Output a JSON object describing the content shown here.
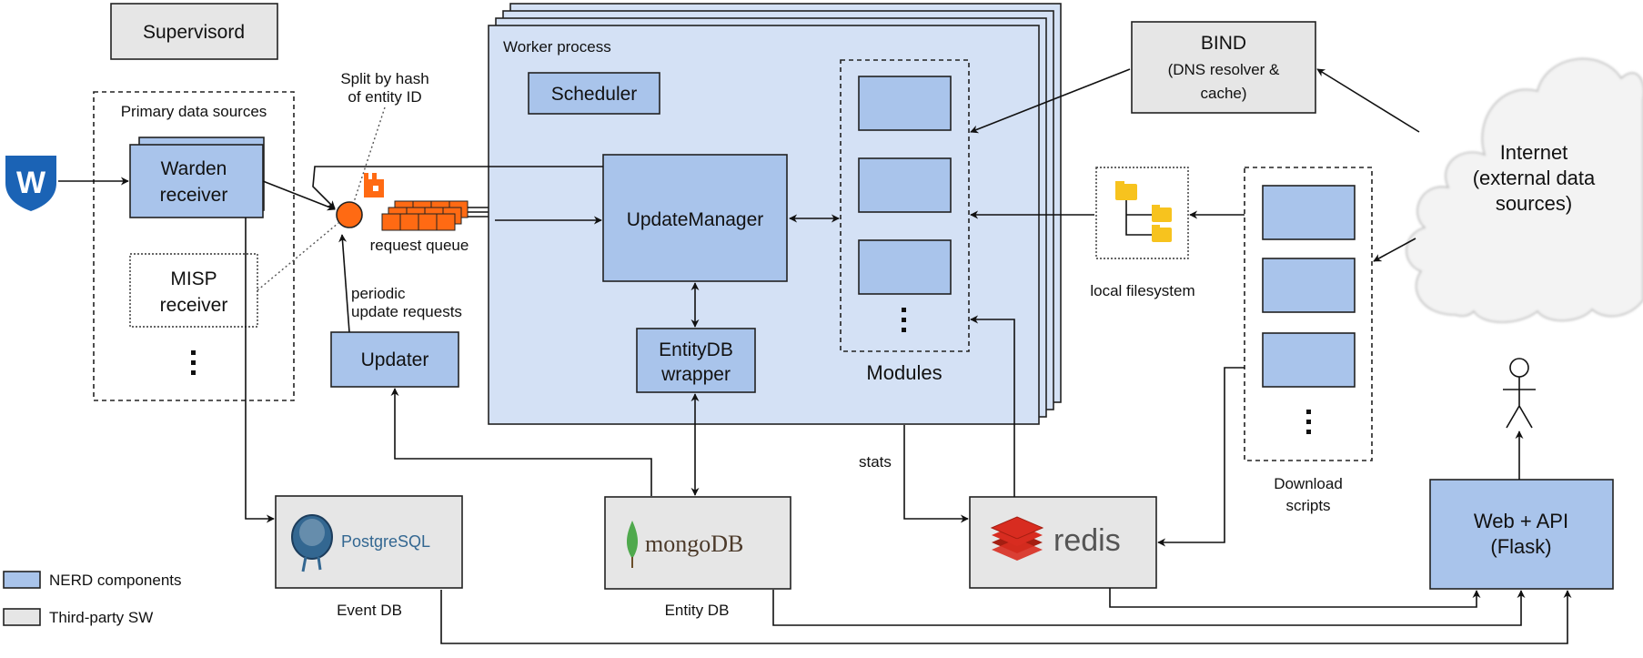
{
  "labels": {
    "supervisord": "Supervisord",
    "primary_sources": "Primary data sources",
    "warden_receiver": [
      "Warden",
      "receiver"
    ],
    "misp_receiver": [
      "MISP",
      "receiver"
    ],
    "split_by_hash": [
      "Split by hash",
      "of entity ID"
    ],
    "request_queue": "request queue",
    "periodic_requests": [
      "periodic",
      "update requests"
    ],
    "updater": "Updater",
    "worker_process": "Worker process",
    "scheduler": "Scheduler",
    "update_manager": "UpdateManager",
    "entitydb_wrapper": [
      "EntityDB",
      "wrapper"
    ],
    "modules": "Modules",
    "bind": [
      "BIND",
      "(DNS resolver &",
      "cache)"
    ],
    "internet": [
      "Internet",
      "(external data",
      "sources)"
    ],
    "local_filesystem": "local filesystem",
    "download_scripts": [
      "Download",
      "scripts"
    ],
    "stats": "stats",
    "event_db": "Event DB",
    "entity_db": "Entity DB",
    "web_api": [
      "Web + API",
      "(Flask)"
    ],
    "postgres_logo_text": "PostgreSQL",
    "mongo_logo_text": "mongoDB",
    "redis_logo_text": "redis",
    "warden_logo_text": "W"
  },
  "legend": [
    {
      "label": "NERD components",
      "color": "#a9c4eb"
    },
    {
      "label": "Third-party SW",
      "color": "#e6e6e6"
    }
  ],
  "colors": {
    "nerd_component": "#a9c4eb",
    "third_party": "#e6e6e6",
    "worker_fill": "#d4e1f5",
    "queue_orange": "#ff6a13",
    "warden_blue": "#1b63b5",
    "redis_red": "#d82c20",
    "mongo_green": "#4fa94d",
    "folder_yellow": "#f7c31e"
  }
}
